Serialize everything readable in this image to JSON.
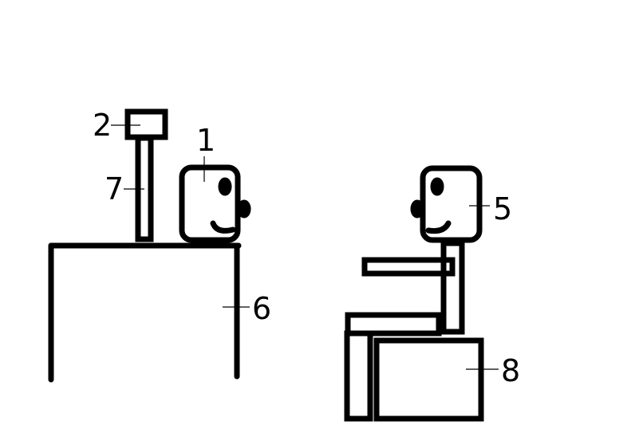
{
  "colors": {
    "stroke": "#000000",
    "background": "#ffffff"
  },
  "labels": {
    "n1": "1",
    "n2": "2",
    "n5": "5",
    "n6": "6",
    "n7": "7",
    "n8": "8"
  }
}
